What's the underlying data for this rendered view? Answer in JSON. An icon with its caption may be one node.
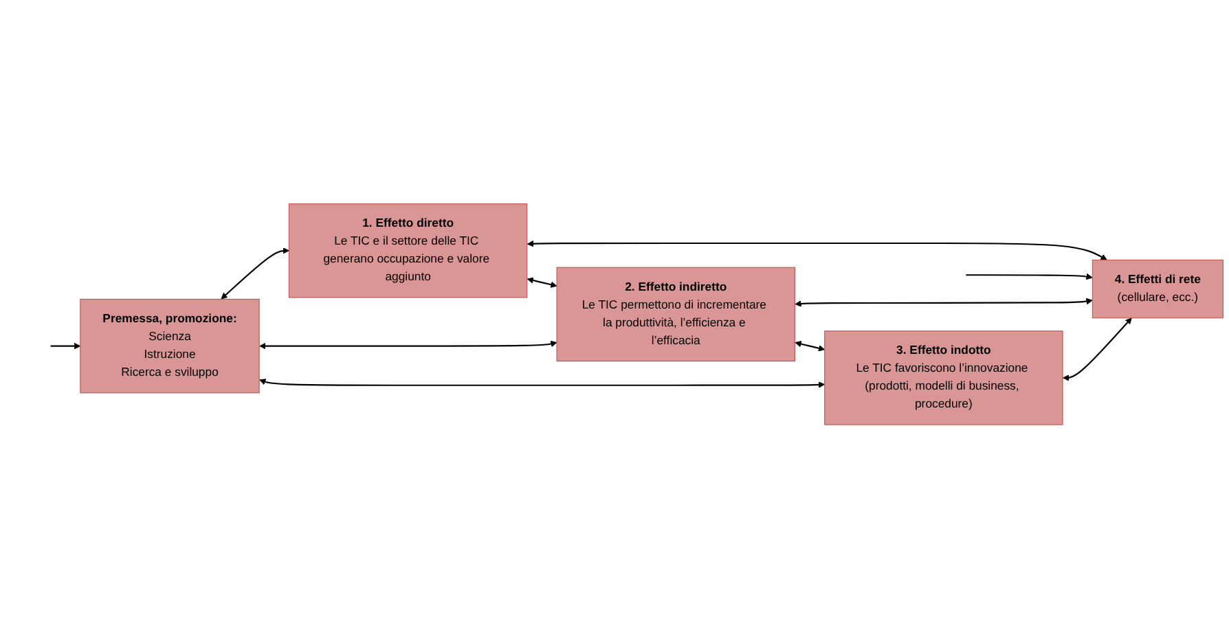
{
  "diagram": {
    "nodes": [
      {
        "text": [
          "Premessa, promozione:",
          "Scienza",
          "Istruzione",
          "Ricerca e sviluppo"
        ]
      },
      {
        "text": [
          "1. Effetto diretto",
          "Le TIC e il settore delle TIC generano occupazione e valore aggiunto"
        ]
      },
      {
        "text": [
          "2. Effetto indiretto",
          "Le TIC permettono di incrementare la produttività, l’efficienza e l’efficacia"
        ]
      },
      {
        "text": [
          "3. Effetto indotto",
          "Le TIC favoriscono l’innovazione (prodotti, modelli di business, procedure)"
        ]
      },
      {
        "text": [
          "4. Effetti di rete",
          "(cellulare, ecc.)"
        ]
      }
    ],
    "edges": [
      {
        "from": 0,
        "to": 1,
        "arrow": "both"
      },
      {
        "from": 0,
        "to": 2,
        "arrow": "both"
      },
      {
        "from": 0,
        "to": 3,
        "arrow": "both"
      },
      {
        "from": 1,
        "to": 4,
        "arrow": "both"
      },
      {
        "from": 2,
        "to": 4,
        "arrow": "both"
      },
      {
        "from": 3,
        "to": 4,
        "arrow": "both"
      },
      {
        "from": 1,
        "to": 2,
        "arrow": "both"
      },
      {
        "from": 2,
        "to": 3,
        "arrow": "both"
      },
      {
        "from": null,
        "to": 0,
        "arrow": "to"
      },
      {
        "from": null,
        "to": 4,
        "arrow": "to"
      }
    ]
  }
}
